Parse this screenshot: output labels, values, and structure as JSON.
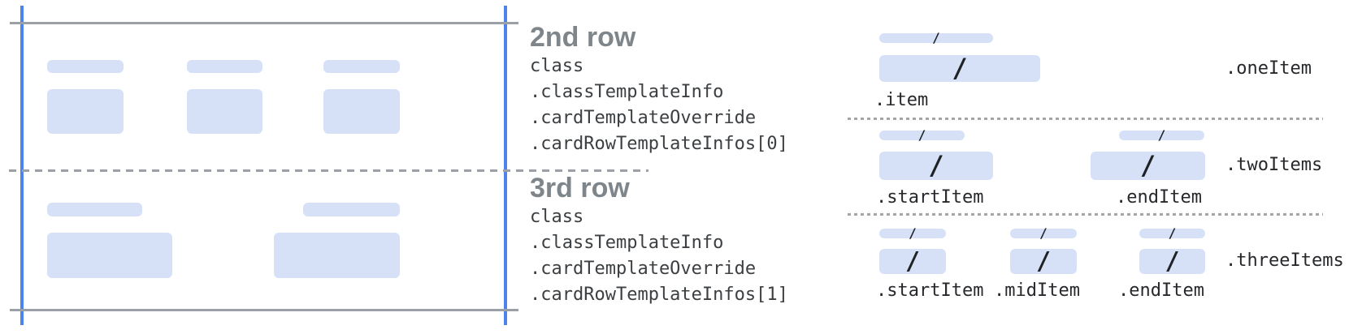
{
  "colors": {
    "accent_blue": "#4E83EC",
    "placeholder_blue": "#D6E1F8",
    "line_gray": "#9AA0A6",
    "dotted_gray": "#A6A6A6",
    "heading_gray": "#7E868B",
    "code_text": "#3C4043",
    "slash_black": "#1F2125"
  },
  "glyphs": {
    "slash": "/"
  },
  "sections": [
    {
      "heading": "2nd row",
      "code": "class\n.classTemplateInfo\n.cardTemplateOverride\n.cardRowTemplateInfos[0]"
    },
    {
      "heading": "3rd row",
      "code": "class\n.classTemplateInfo\n.cardTemplateOverride\n.cardRowTemplateInfos[1]"
    }
  ],
  "field_layouts": {
    "rows": [
      {
        "layout_label": ".oneItem",
        "item_labels": [
          ".item"
        ]
      },
      {
        "layout_label": ".twoItems",
        "item_labels": [
          ".startItem",
          ".endItem"
        ]
      },
      {
        "layout_label": ".threeItems",
        "item_labels": [
          ".startItem",
          ".midItem",
          ".endItem"
        ]
      }
    ]
  }
}
